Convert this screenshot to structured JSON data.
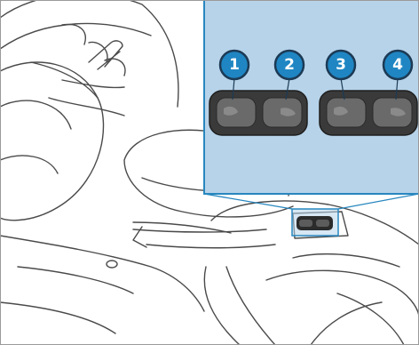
{
  "diagram": {
    "callouts": [
      {
        "id": 1,
        "label": "1"
      },
      {
        "id": 2,
        "label": "2"
      },
      {
        "id": 3,
        "label": "3"
      },
      {
        "id": 4,
        "label": "4"
      }
    ]
  },
  "colors": {
    "inset_background": "#b7d3e9",
    "inset_border": "#2787bf",
    "callout_fill": "#1f86c3",
    "callout_ring": "#1c3a55",
    "line_art": "#4a4a4a",
    "button_body": "#3a3a3a",
    "button_cap": "#6a6a6a"
  }
}
